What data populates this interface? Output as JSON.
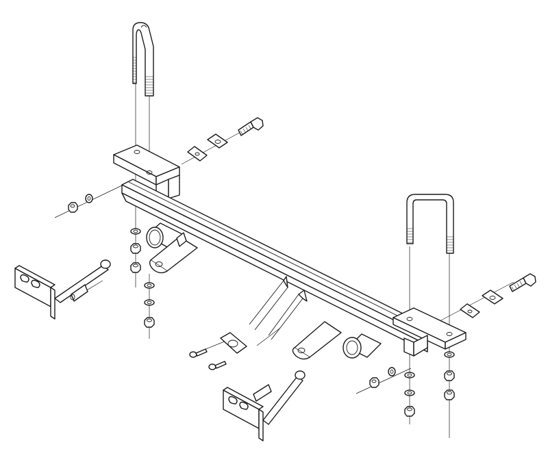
{
  "figure": {
    "kind": "exploded-assembly-line-drawing",
    "stroke_color": "#1a1a1a",
    "background_color": "#ffffff",
    "components": [
      {
        "name": "cross-tube-main-bar",
        "icon": "main-bar-icon"
      },
      {
        "name": "left-mounting-bracket",
        "icon": "bracket-icon"
      },
      {
        "name": "right-mounting-bracket",
        "icon": "bracket-icon"
      },
      {
        "name": "left-u-bolt",
        "icon": "u-bolt-icon"
      },
      {
        "name": "right-u-bolt",
        "icon": "u-bolt-icon"
      },
      {
        "name": "left-receiver-tab",
        "icon": "receiver-tab-icon"
      },
      {
        "name": "right-receiver-tab",
        "icon": "receiver-tab-icon"
      },
      {
        "name": "left-tow-bracket-arm",
        "icon": "tow-arm-icon"
      },
      {
        "name": "right-tow-bracket-arm",
        "icon": "tow-arm-icon"
      },
      {
        "name": "left-removable-bracket-with-pin",
        "icon": "pin-bracket-icon"
      },
      {
        "name": "right-removable-bracket-with-pin",
        "icon": "pin-bracket-icon"
      },
      {
        "name": "left-bolt",
        "icon": "bolt-icon"
      },
      {
        "name": "right-bolt",
        "icon": "bolt-icon"
      },
      {
        "name": "spacer-plates",
        "icon": "spacer-plate-icon"
      },
      {
        "name": "wiring-bracket-plate",
        "icon": "plate-icon"
      },
      {
        "name": "small-screws",
        "icon": "screw-icon"
      },
      {
        "name": "washers",
        "icon": "washer-icon"
      },
      {
        "name": "nuts",
        "icon": "nut-icon"
      }
    ]
  }
}
